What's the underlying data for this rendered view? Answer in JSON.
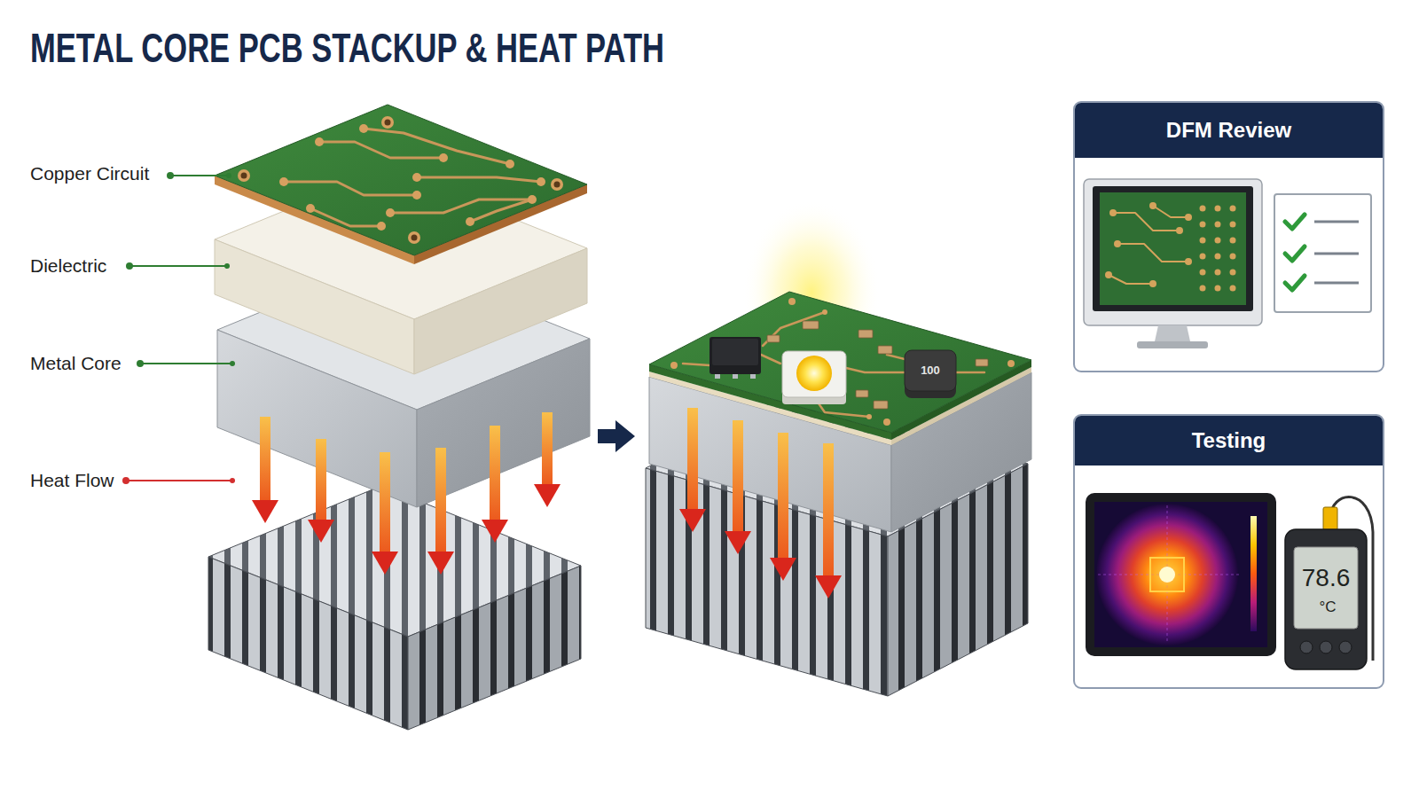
{
  "diagram": {
    "title": "METAL CORE PCB STACKUP & HEAT PATH",
    "nodes": [
      {
        "text": [
          "DFM Review"
        ]
      },
      {
        "text": [
          "Testing"
        ]
      }
    ],
    "labels": [
      "Copper Circuit",
      "Dielectric",
      "Metal Core",
      "Heat Flow",
      "100",
      "78.6",
      "°C"
    ]
  }
}
